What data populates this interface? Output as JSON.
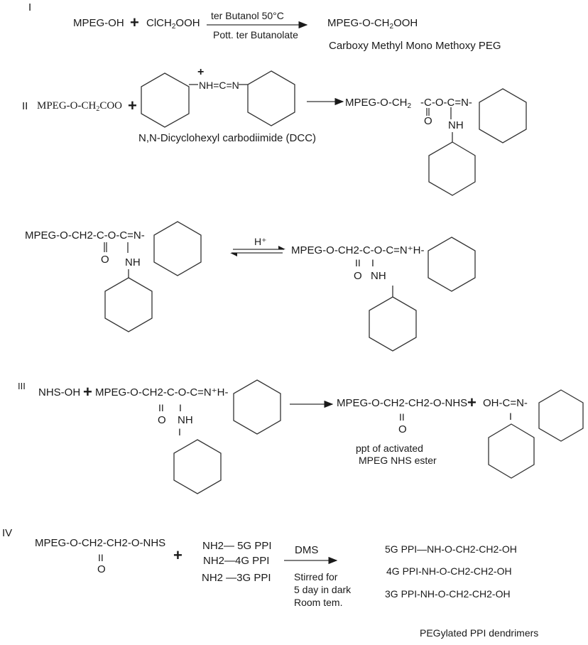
{
  "step1": {
    "roman": "I",
    "reactant1": "MPEG-OH",
    "plus": "+",
    "reactant2_pre": "ClCH",
    "reactant2_sub": "2",
    "reactant2_post": "OOH",
    "condition_top": "ter Butanol 50°C",
    "condition_bottom": "Pott. ter Butanolate",
    "product_pre": "MPEG-O-CH",
    "product_sub": "2",
    "product_post": "OOH",
    "product_name": "Carboxy Methyl Mono Methoxy PEG"
  },
  "step2": {
    "roman": "II",
    "reactant1_pre": "MPEG-O-CH",
    "reactant1_sub": "2",
    "reactant1_post": "COO",
    "plus": "+",
    "dcc_charge": "+",
    "dcc_linker": "NH=C=N",
    "dcc_name": "N,N-Dicyclohexyl carbodiimide (DCC)",
    "product_pre": "MPEG-O-CH",
    "product_sub": "2",
    "product_chain": "-C-O-C=N-",
    "product_o": "O",
    "product_nh": "NH"
  },
  "step2b": {
    "left_chain": "MPEG-O-CH2-C-O-C=N-",
    "left_o": "O",
    "left_nh": "NH",
    "catalyst": "H⁺",
    "right_chain": "MPEG-O-CH2-C-O-C=N⁺H-",
    "right_dbl": "II",
    "right_single": "I",
    "right_o": "O",
    "right_nh": "NH"
  },
  "step3": {
    "roman": "III",
    "reactant1": "NHS-OH",
    "plus": "+",
    "reactant2_chain": "MPEG-O-CH2-C-O-C=N⁺H-",
    "reactant2_dbl": "II",
    "reactant2_single": "I",
    "reactant2_o": "O",
    "reactant2_nh": "NH",
    "reactant2_single2": "I",
    "product_chain": "MPEG-O-CH2-CH2-O-NHS",
    "product_dbl": "II",
    "product_o": "O",
    "byproduct": "OH-C=N-",
    "byproduct_single": "I",
    "note_line1": "ppt of activated",
    "note_line2": "MPEG NHS ester"
  },
  "step4": {
    "roman": "IV",
    "reactant1": "MPEG-O-CH2-CH2-O-NHS",
    "reactant1_dbl": "II",
    "reactant1_o": "O",
    "plus": "+",
    "amines": [
      "NH2— 5G PPI",
      "NH2—4G PPI",
      "NH2 —3G PPI"
    ],
    "condition_top": "DMS",
    "condition_bottom": [
      "Stirred for",
      "5 day in dark",
      "Room tem."
    ],
    "products": [
      "5G PPI—NH-O-CH2-CH2-OH",
      "4G PPI-NH-O-CH2-CH2-OH",
      "3G PPI-NH-O-CH2-CH2-OH"
    ],
    "product_label": "PEGylated PPI dendrimers"
  }
}
